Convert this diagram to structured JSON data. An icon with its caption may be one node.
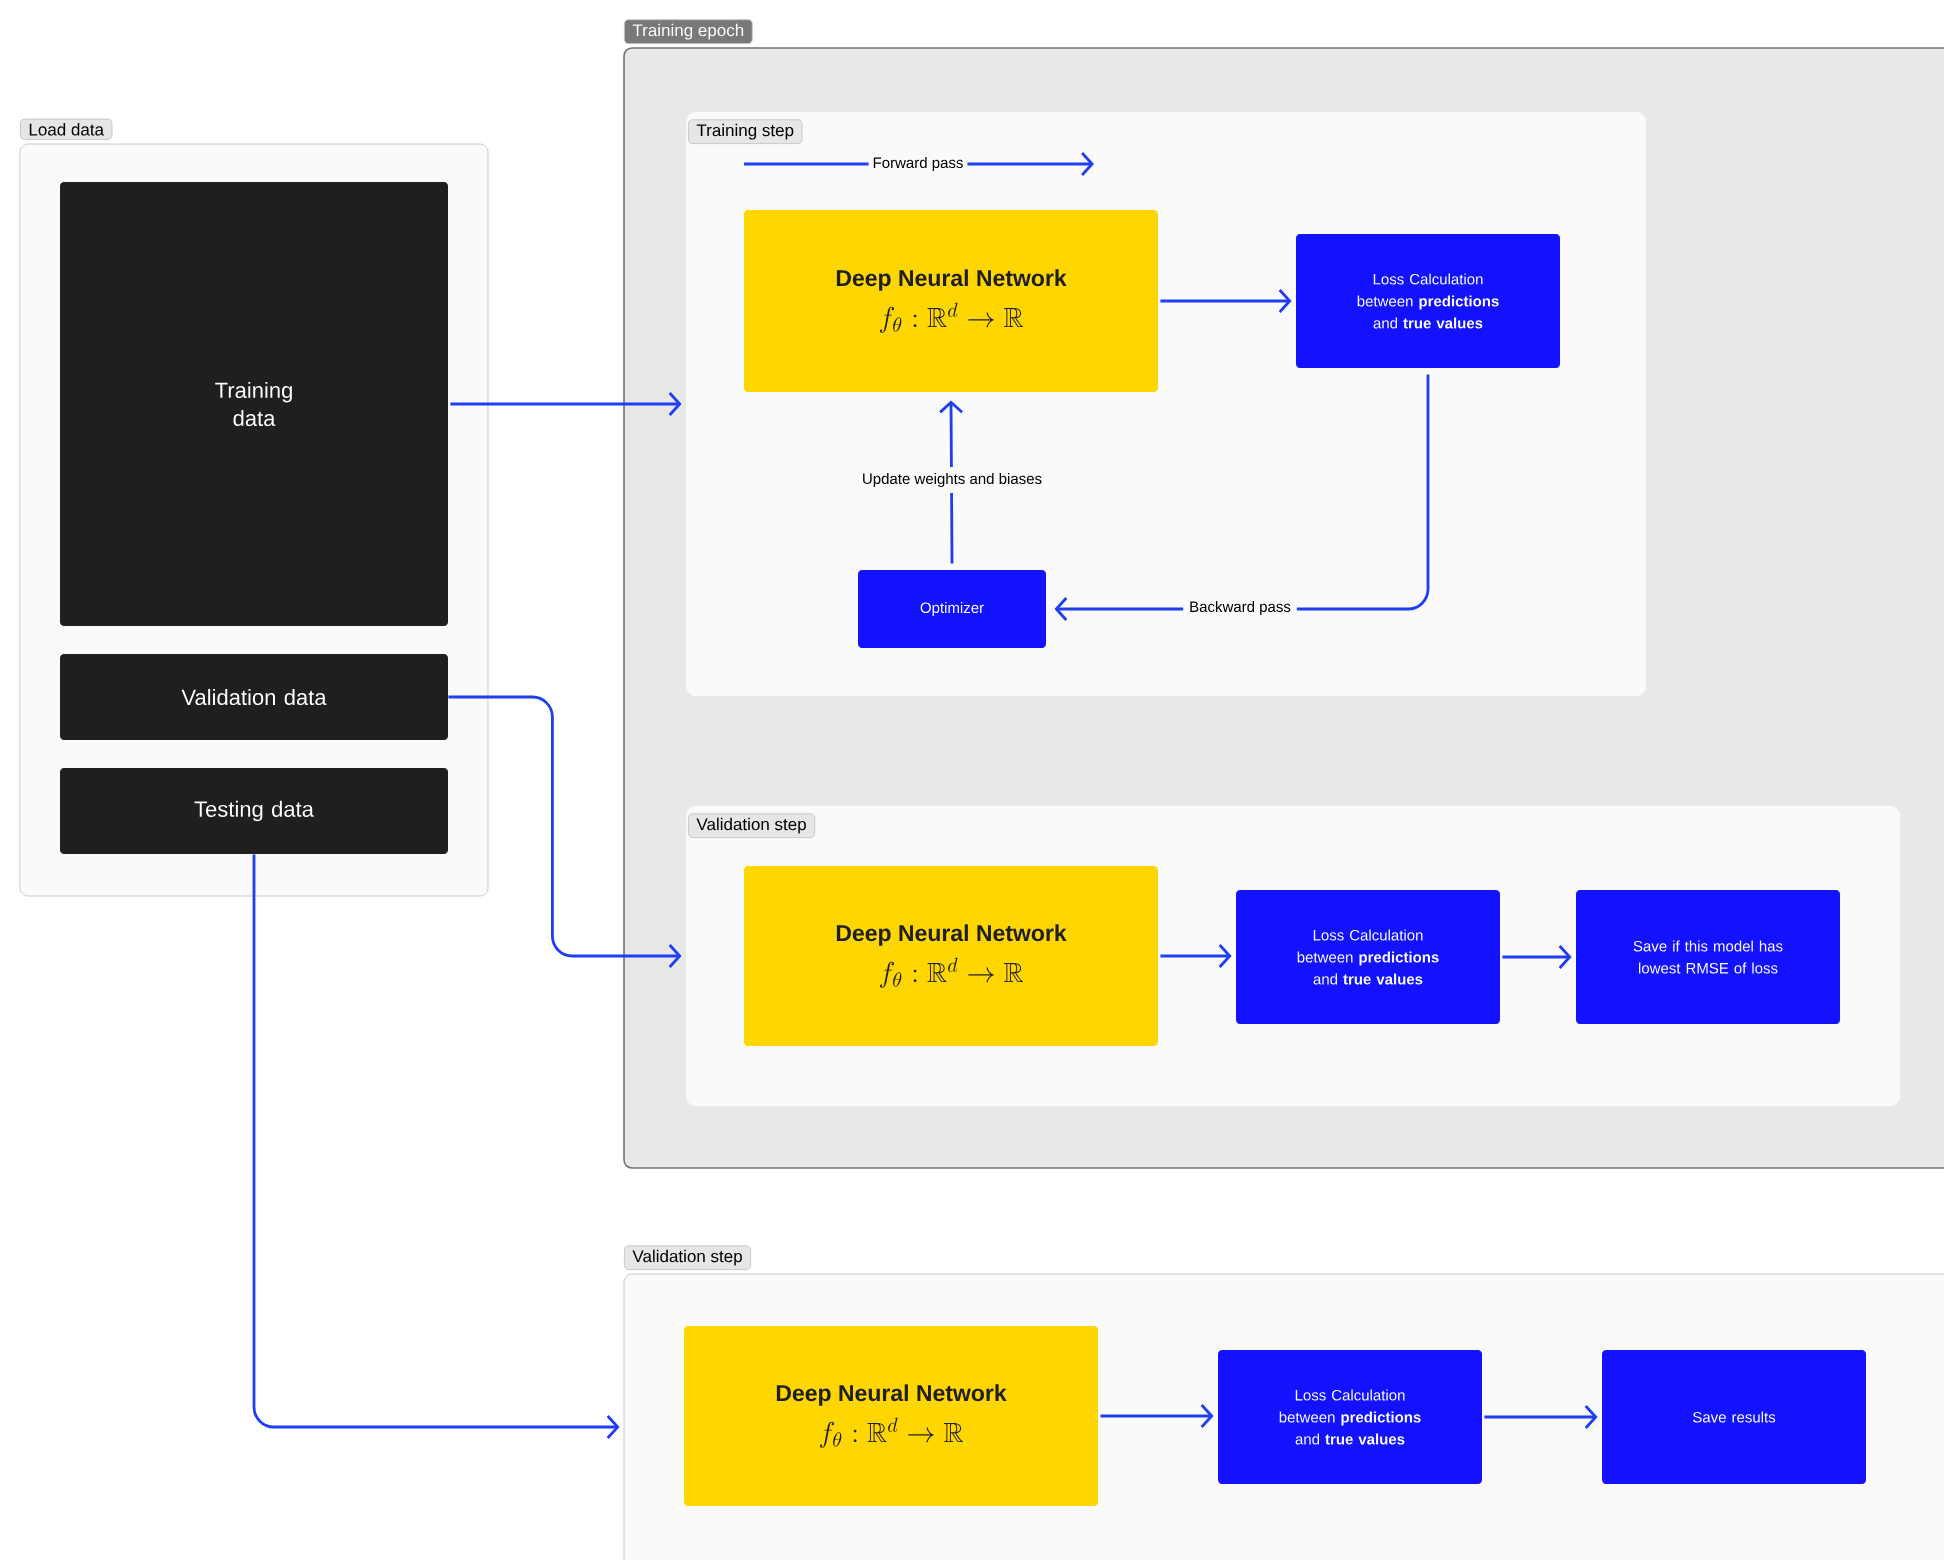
{
  "diagram": {
    "nodes": [
      {
        "text": [
          "Load data"
        ]
      },
      {
        "text": [
          "Training data"
        ],
        "in": 0
      },
      {
        "text": [
          "Validation data"
        ],
        "in": 0
      },
      {
        "text": [
          "Testing data"
        ],
        "in": 0
      },
      {
        "text": [
          "Training epoch"
        ]
      },
      {
        "text": [
          "Training step"
        ],
        "in": 4
      },
      {
        "text": [
          "Deep Neural Network",
          "f_\\theta : \\mathbb{R}^d \\to \\mathbb{R}"
        ],
        "in": 5
      },
      {
        "text": [
          "Loss Calculation between **predictions** and **true values**"
        ],
        "in": 5
      },
      {
        "text": [
          "Optimizer"
        ],
        "in": 5
      },
      {
        "text": [
          "Validation step"
        ],
        "in": 4
      },
      {
        "text": [
          "Deep Neural Network",
          "f_\\theta : \\mathbb{R}^d \\to \\mathbb{R}"
        ],
        "in": 9
      },
      {
        "text": [
          "Loss Calculation between **predictions** and **true values**"
        ],
        "in": 9
      },
      {
        "text": [
          "Save if this model has lowest RMSE of loss"
        ],
        "in": 9
      },
      {
        "text": [
          "Validation step"
        ]
      },
      {
        "text": [
          "Deep Neural Network",
          "f_\\theta : \\mathbb{R}^d \\to \\mathbb{R}"
        ],
        "in": 13
      },
      {
        "text": [
          "Loss Calculation between **predictions** and **true values**"
        ],
        "in": 13
      },
      {
        "text": [
          "Save results"
        ],
        "in": 13
      }
    ],
    "edges": [
      {
        "from": 1,
        "to": 5,
        "arrow": "to"
      },
      {
        "from": 2,
        "to": 9,
        "arrow": "to"
      },
      {
        "from": 3,
        "to": 13,
        "arrow": "to"
      },
      {
        "from": 6,
        "to": 7,
        "arrow": "to"
      },
      {
        "from": 7,
        "to": 8,
        "arrow": "to",
        "label": "Backward pass"
      },
      {
        "from": 8,
        "to": 6,
        "arrow": "to",
        "label": "Update weights and biases"
      },
      {
        "from": 10,
        "to": 11,
        "arrow": "to"
      },
      {
        "from": 11,
        "to": 12,
        "arrow": "to"
      },
      {
        "from": 14,
        "to": 15,
        "arrow": "to"
      },
      {
        "from": 15,
        "to": 16,
        "arrow": "to"
      }
    ],
    "labels": [
      "Forward pass"
    ]
  }
}
